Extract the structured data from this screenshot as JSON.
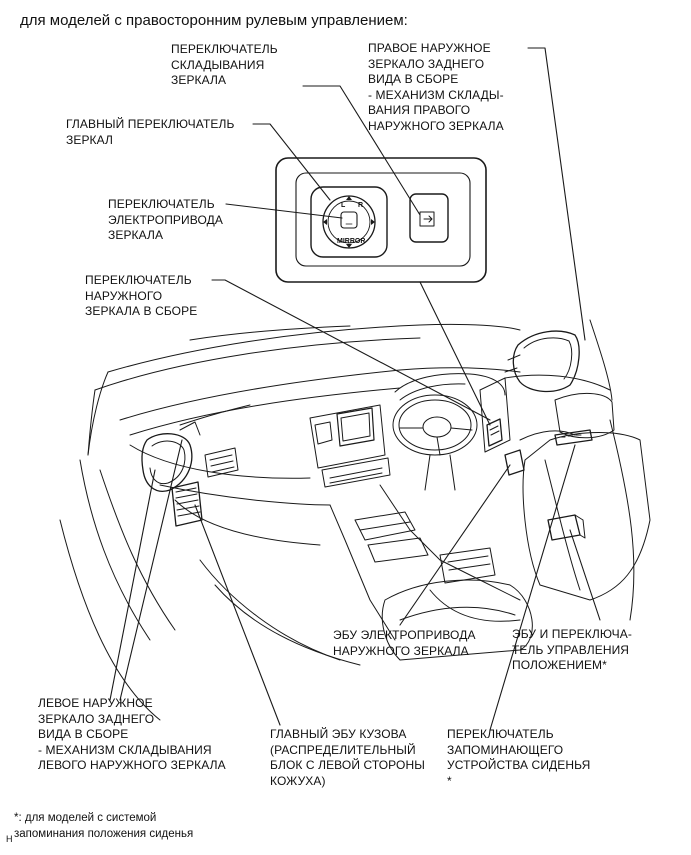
{
  "header": {
    "title": "для моделей с правосторонним рулевым управлением:"
  },
  "switch_panel": {
    "left_button": "L",
    "right_button": "R",
    "knob_text": "MIRROR"
  },
  "labels": {
    "fold_switch": "ПЕРЕКЛЮЧАТЕЛЬ\nСКЛАДЫВАНИЯ\nЗЕРКАЛА",
    "right_mirror": "ПРАВОЕ НАРУЖНОЕ\nЗЕРКАЛО ЗАДНЕГО\nВИДА В СБОРЕ\n- МЕХАНИЗМ СКЛАДЫ-\nВАНИЯ ПРАВОГО\nНАРУЖНОГО ЗЕРКАЛА",
    "main_switch": "ГЛАВНЫЙ ПЕРЕКЛЮЧАТЕЛЬ\nЗЕРКАЛ",
    "drive_switch": "ПЕРЕКЛЮЧАТЕЛЬ\nЭЛЕКТРОПРИВОДА\nЗЕРКАЛА",
    "outer_switch_assy": "ПЕРЕКЛЮЧАТЕЛЬ\nНАРУЖНОГО\nЗЕРКАЛА В СБОРЕ",
    "mirror_ecu": "ЭБУ ЭЛЕКТРОПРИВОДА\nНАРУЖНОГО ЗЕРКАЛА",
    "position_ecu": "ЭБУ И ПЕРЕКЛЮЧА-\nТЕЛЬ УПРАВЛЕНИЯ\nПОЛОЖЕНИЕМ*",
    "left_mirror": "ЛЕВОЕ НАРУЖНОЕ\nЗЕРКАЛО ЗАДНЕГО\nВИДА В СБОРЕ\n- МЕХАНИЗМ СКЛАДЫВАНИЯ\nЛЕВОГО НАРУЖНОГО ЗЕРКАЛА",
    "body_ecu": "ГЛАВНЫЙ ЭБУ КУЗОВА\n(РАСПРЕДЕЛИТЕЛЬНЫЙ\nБЛОК С ЛЕВОЙ СТОРОНЫ\nКОЖУХА)",
    "seat_memory_switch": "ПЕРЕКЛЮЧАТЕЛЬ\nЗАПОМИНАЮЩЕГО\nУСТРОЙСТВА СИДЕНЬЯ\n*"
  },
  "footnote": {
    "text": "*: для моделей с системой\nзапоминания положения сиденья",
    "code": "H"
  }
}
